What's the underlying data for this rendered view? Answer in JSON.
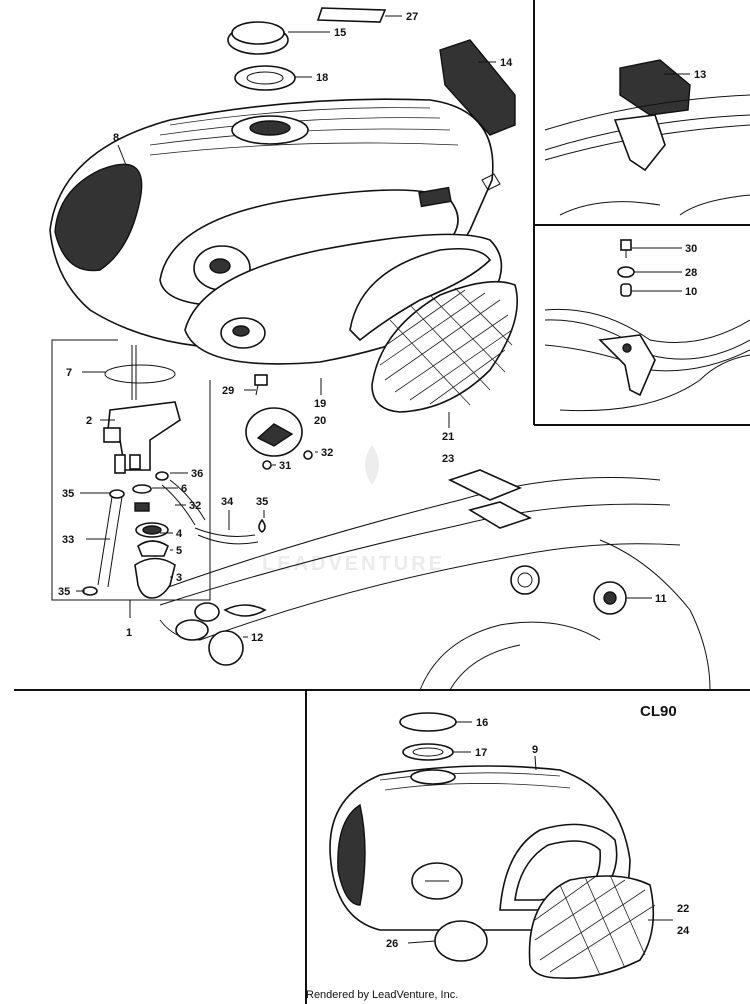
{
  "model_label": "CL90",
  "footer_text": "Rendered by LeadVenture, Inc.",
  "watermark_text": "LEADVENTURE",
  "callouts": {
    "c1": "1",
    "c2": "2",
    "c3": "3",
    "c4": "4",
    "c5": "5",
    "c6": "6",
    "c7": "7",
    "c8": "8",
    "c9": "9",
    "c10": "10",
    "c11": "11",
    "c12": "12",
    "c13": "13",
    "c14": "14",
    "c15": "15",
    "c16": "16",
    "c17": "17",
    "c18": "18",
    "c19": "19",
    "c20": "20",
    "c21": "21",
    "c22": "22",
    "c23": "23",
    "c24": "24",
    "c26": "26",
    "c27": "27",
    "c28": "28",
    "c29": "29",
    "c30": "30",
    "c31": "31",
    "c32a": "32",
    "c32b": "32",
    "c33": "33",
    "c34": "34",
    "c35a": "35",
    "c35b": "35",
    "c35c": "35",
    "c36": "36"
  }
}
